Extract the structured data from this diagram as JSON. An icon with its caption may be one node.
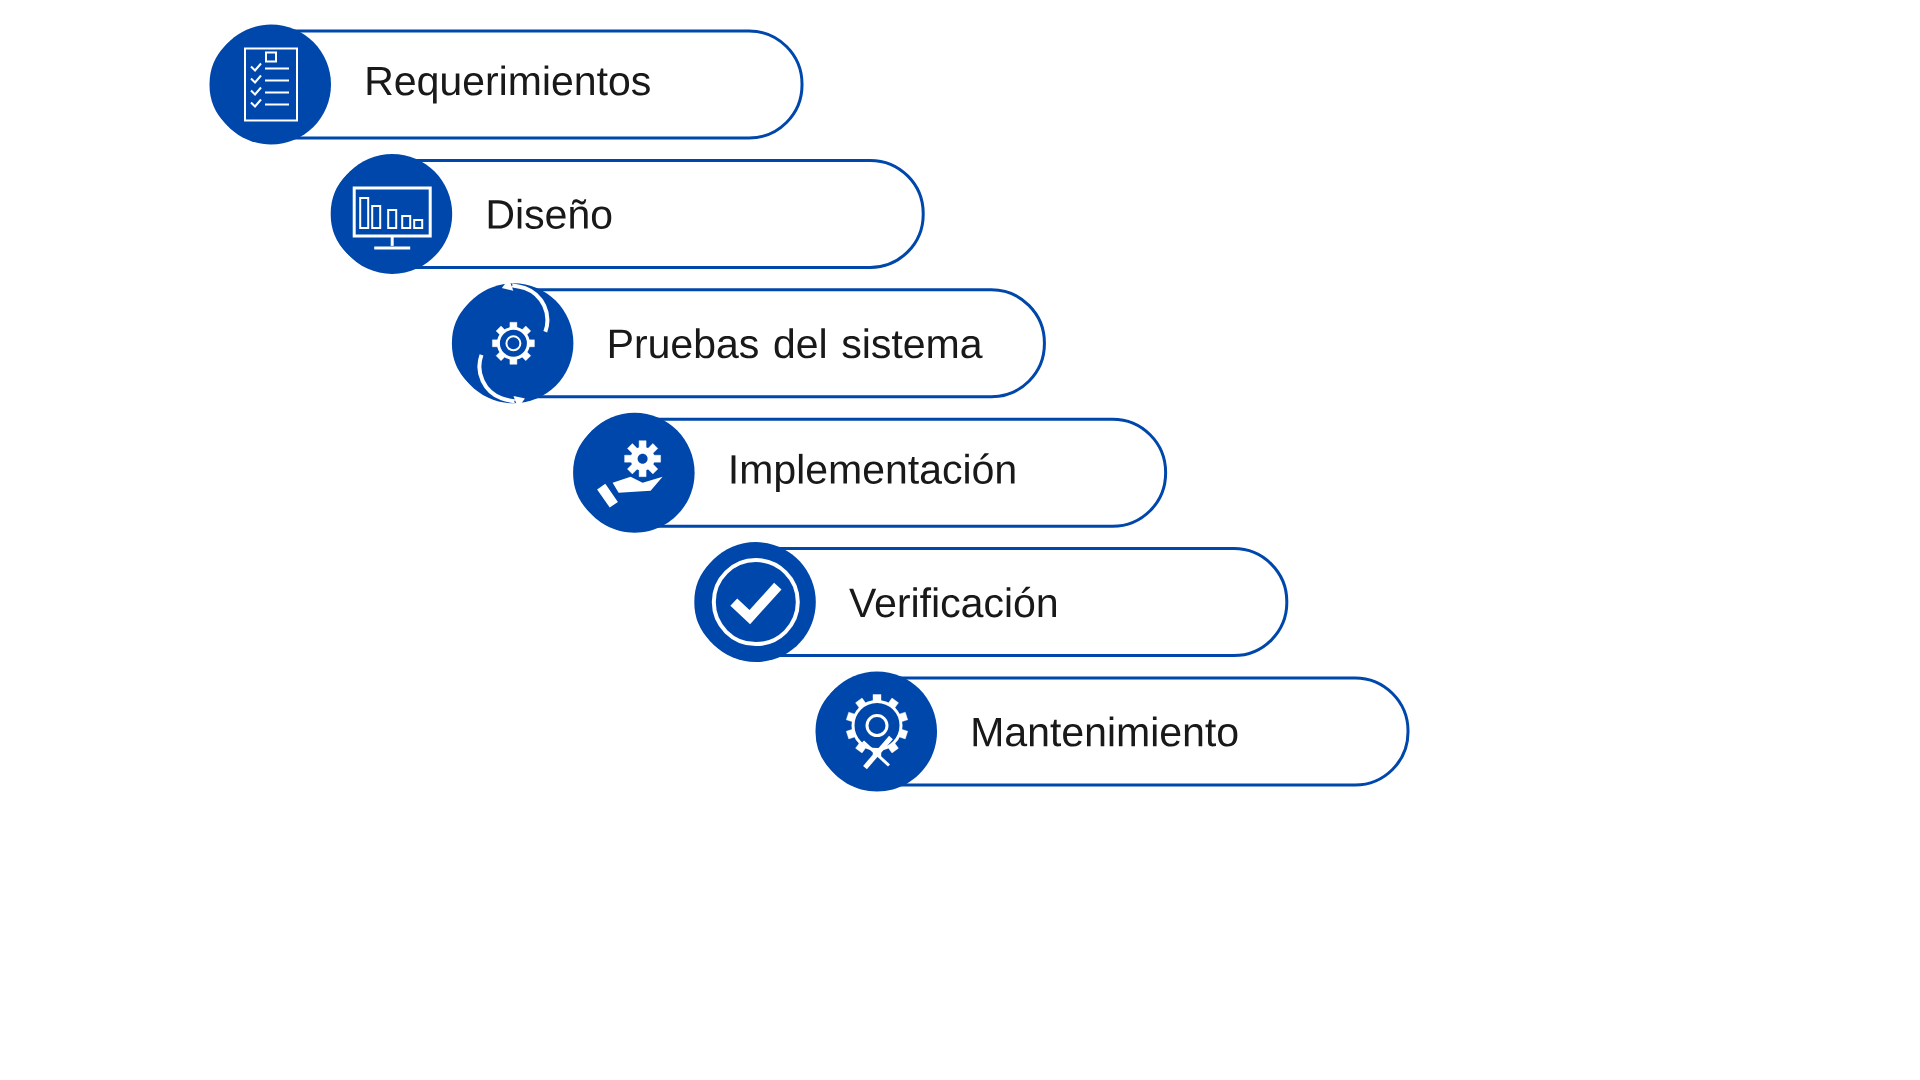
{
  "diagram": {
    "nodes": [
      {
        "text": [
          "Requerimientos"
        ]
      },
      {
        "text": [
          "Diseño"
        ]
      },
      {
        "text": [
          "Pruebas del sistema"
        ]
      },
      {
        "text": [
          "Implementación"
        ]
      },
      {
        "text": [
          "Verificación"
        ]
      },
      {
        "text": [
          "Mantenimiento"
        ]
      }
    ]
  }
}
